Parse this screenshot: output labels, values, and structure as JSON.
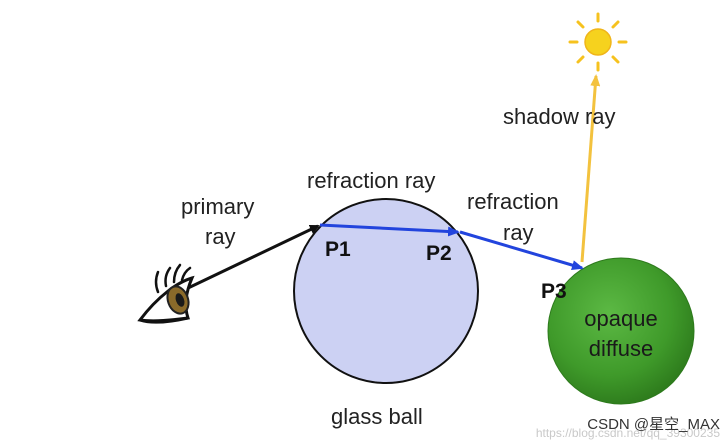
{
  "labels": {
    "shadow_ray": "shadow ray",
    "refraction_ray_top": "refraction ray",
    "refraction_ray_right_1": "refraction",
    "refraction_ray_right_2": "ray",
    "primary_ray_1": "primary",
    "primary_ray_2": "ray",
    "glass_ball": "glass ball",
    "opaque_1": "opaque",
    "opaque_2": "diffuse"
  },
  "points": {
    "p1": "P1",
    "p2": "P2",
    "p3": "P3"
  },
  "watermark": {
    "csdn": "CSDN @星空_MAX",
    "url": "https://blog.csdn.net/qq_39300235"
  },
  "colors": {
    "glass_ball_fill": "#ccd1f3",
    "opaque_ball": "#3f9a2a",
    "refraction_ray": "#2244dd",
    "shadow_ray": "#f3c23e",
    "primary_ray": "#111111",
    "sun": "#f6d21e"
  },
  "icons": {
    "eye": "eye-icon",
    "sun": "sun-icon"
  }
}
